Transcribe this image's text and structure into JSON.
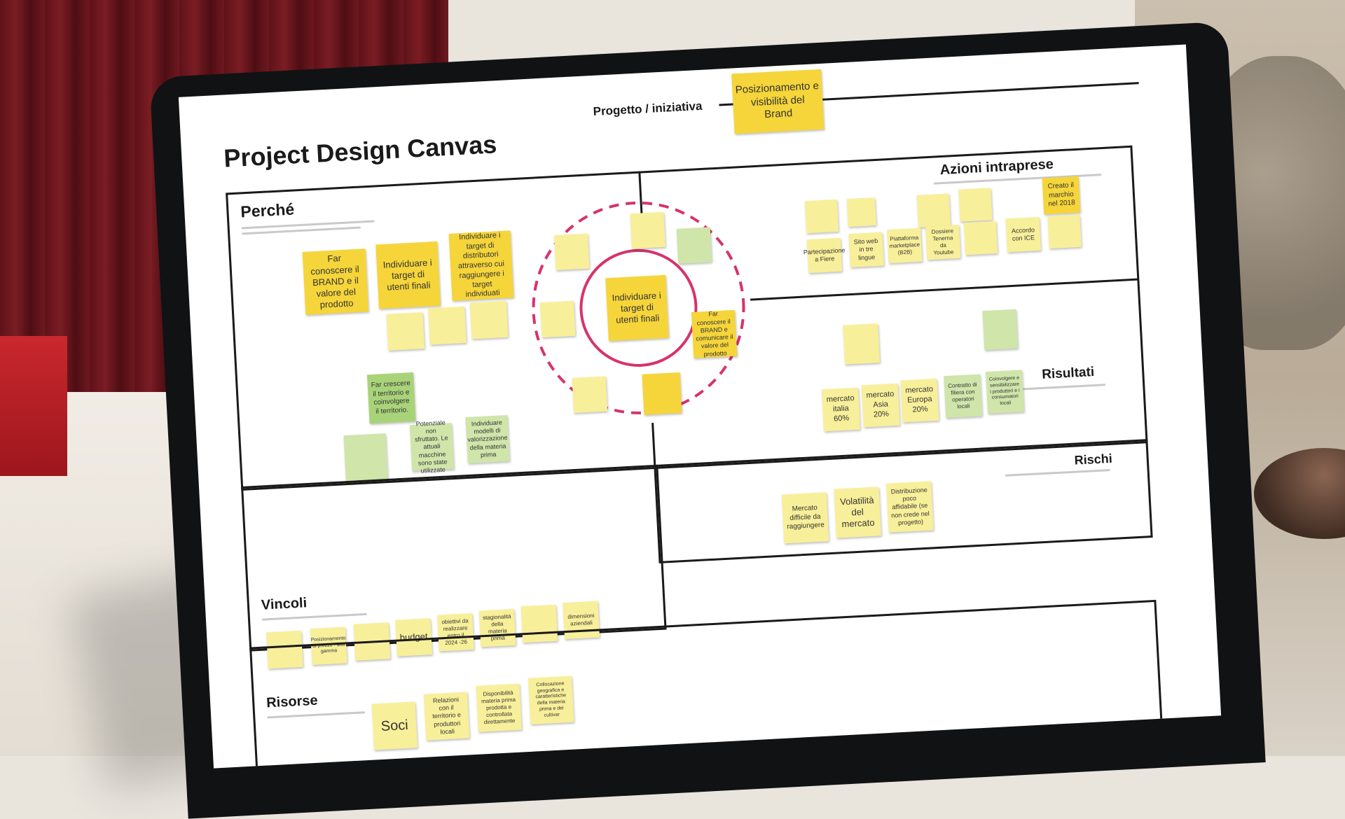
{
  "canvas": {
    "title": "Project Design Canvas",
    "project_label": "Progetto / iniziativa",
    "project_note": "Posizionamento e visibilità del Brand"
  },
  "perche": {
    "title": "Perché",
    "notes": [
      "Far conoscere il BRAND e il valore del prodotto",
      "Individuare i target di utenti finali",
      "Individuare i target di distributori attraverso cui raggiungere i target individuati",
      "Far crescere il territorio e coinvolgere il territorio.",
      "Potenziale non sfruttato. Le attuali macchine sono state utilizzate",
      "Individuare modelli di valorizzazione della materia prima"
    ]
  },
  "center": {
    "main_note": "Individuare i target di utenti finali",
    "side_note": "Far conoscere il BRAND e comunicare il valore del prodotto"
  },
  "azioni": {
    "title": "Azioni intraprese",
    "notes": [
      "Creato il marchio nel 2018",
      "Partecipazione a Fiere",
      "Sito web in tre lingue",
      "Piattaforma marketplace (B2B)",
      "Dossiere Tenerna da Youtube",
      "Accordo con ICE"
    ]
  },
  "risultati": {
    "title": "Risultati",
    "notes": [
      "mercato italia 60%",
      "mercato Asia 20%",
      "mercato Europa 20%",
      "Contratto di filiera con operatori locali",
      "Coinvolgere e sensibilizzare i produttori e i consumatori locali"
    ]
  },
  "rischi": {
    "title": "Rischi",
    "notes": [
      "Mercato difficile da raggiungere",
      "Volatilità del mercato",
      "Distribuzione poco affidabile (se non crede nel progetto)"
    ]
  },
  "vincoli": {
    "title": "Vincoli",
    "notes": [
      "Posizionamento di prezzo - alta gamma",
      "budget",
      "obiettivi da realizzare entro il 2024 -26",
      "stagionalità della materia prima",
      "dimensioni aziendali"
    ]
  },
  "risorse": {
    "title": "Risorse",
    "notes": [
      "Soci",
      "Relazioni con il territorio e produttori locali",
      "Disponibilità materia prima prodotta e controllata direttamente",
      "Collocazione geografica e caratteristiche della materia prima e dei cultivar"
    ]
  },
  "colors": {
    "accent_circle": "#d6336c",
    "note_yellow": "#f5d53a",
    "note_pale": "#f8ef9a",
    "note_green": "#a9d379"
  }
}
